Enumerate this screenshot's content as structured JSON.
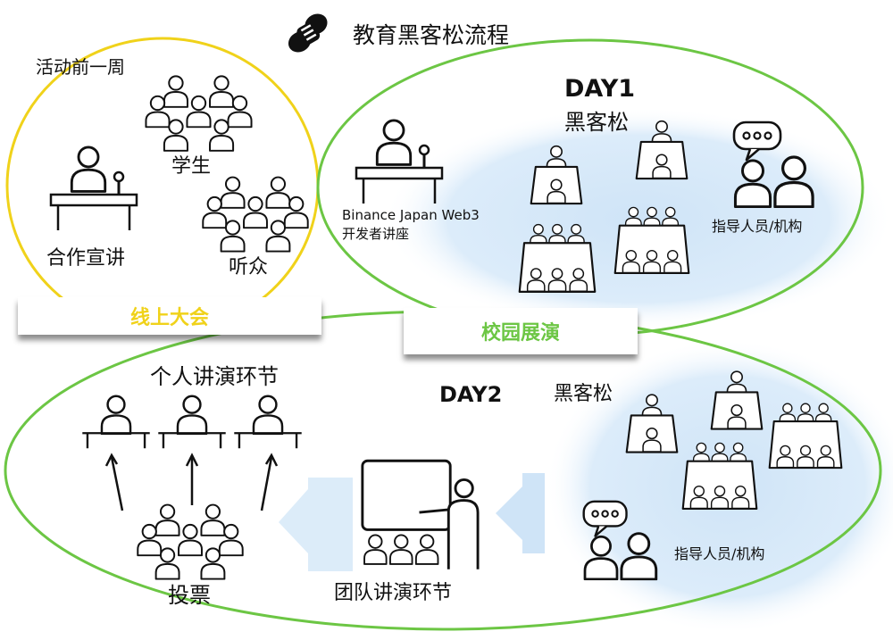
{
  "title": "教育黑客松流程",
  "colors": {
    "online": "#f0d21a",
    "campus": "#6cc644",
    "blob": "#d6e9f8"
  },
  "online": {
    "label": "线上大会",
    "week_before": "活动前一周",
    "students": "学生",
    "partner_talk": "合作宣讲",
    "audience": "听众"
  },
  "campus": {
    "label": "校园展演",
    "day1": {
      "title": "DAY1",
      "hackathon": "黑客松",
      "lecture_line1": "Binance Japan Web3",
      "lecture_line2": "开发者讲座",
      "mentors": "指导人员/机构"
    },
    "day2": {
      "title": "DAY2",
      "hackathon": "黑客松",
      "mentors": "指导人员/机构",
      "individual": "个人讲演环节",
      "vote": "投票",
      "team": "团队讲演环节"
    }
  },
  "icons": [
    "bee-logo-icon",
    "person-icon",
    "podium-speaker-icon",
    "table-group-icon",
    "chat-bubble-icon",
    "presentation-board-icon",
    "arrow-up-icon",
    "big-arrow-left-icon"
  ]
}
